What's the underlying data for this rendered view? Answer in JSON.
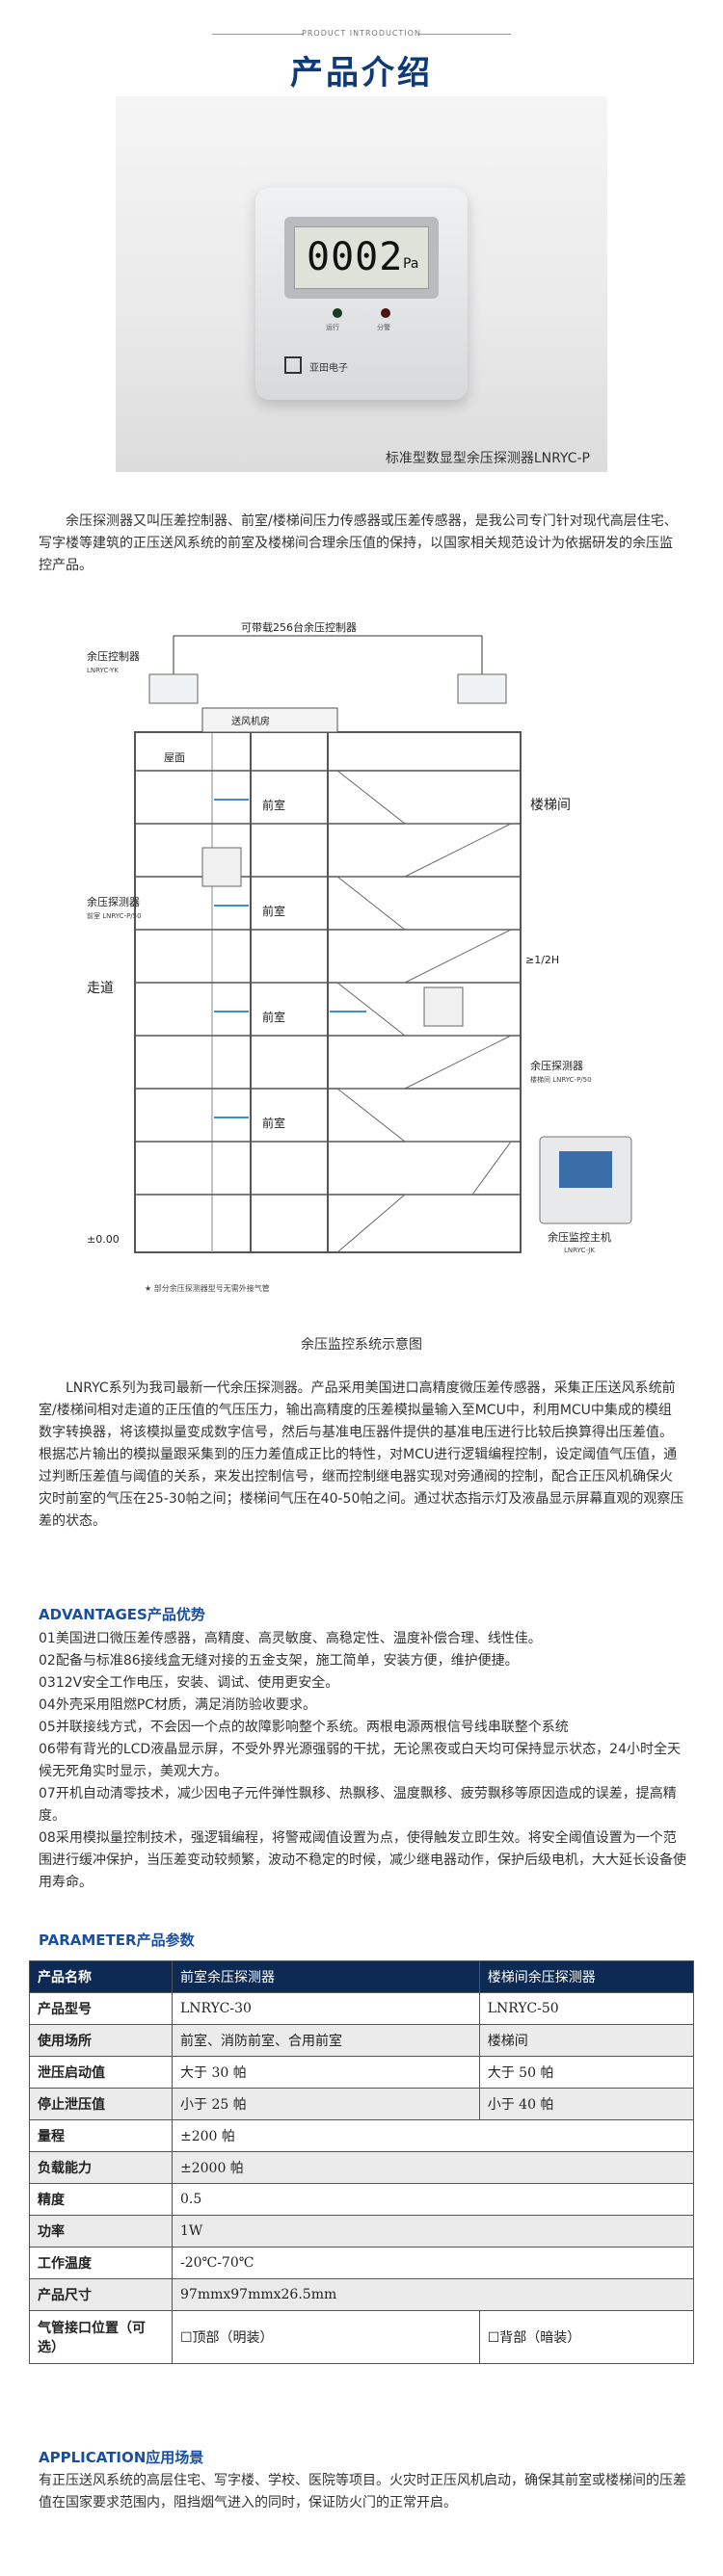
{
  "header": {
    "en_title": "PRODUCT INTRODUCTION",
    "cn_title": "产品介绍"
  },
  "product": {
    "lcd_value": "0002",
    "lcd_unit": "Pa",
    "led_left_label": "运行",
    "led_right_label": "分警",
    "brand": "亚田电子",
    "caption": "标准型数显型余压探测器LNRYC-P"
  },
  "intro": "余压探测器又叫压差控制器、前室/楼梯间压力传感器或压差传感器，是我公司专门针对现代高层住宅、写字楼等建筑的正压送风系统的前室及楼梯间合理余压值的保持，以国家相关规范设计为依据研发的余压监控产品。",
  "diagram": {
    "top_label": "可带载256台余压控制器",
    "controller_label": "余压控制器",
    "controller_model": "LNRYC-YK",
    "fan_room": "送风机房",
    "roof": "屋面",
    "front_room": "前室",
    "stairwell": "楼梯间",
    "corridor": "走道",
    "detector_label": "余压探测器",
    "detector_model": "前室 LNRYC-P/50",
    "detector_model_2": "楼梯间 LNRYC-P/50",
    "height_note": "≥1/2H",
    "elevation": "±0.00",
    "host_label": "余压监控主机",
    "host_model": "LNRYC-JK",
    "footnote": "★ 部分余压探测器型号无需外接气管",
    "caption": "余压监控系统示意图"
  },
  "desc": "LNRYC系列为我司最新一代余压探测器。产品采用美国进口高精度微压差传感器，采集正压送风系统前室/楼梯间相对走道的正压值的气压压力，输出高精度的压差模拟量输入至MCU中，利用MCU中集成的模组数字转换器，将该模拟量变成数字信号，然后与基准电压器件提供的基准电压进行比较后换算得出压差值。根据芯片输出的模拟量跟采集到的压力差值成正比的特性，对MCU进行逻辑编程控制，设定阈值气压值，通过判断压差值与阈值的关系，来发出控制信号，继而控制继电器实现对旁通阀的控制，配合正压风机确保火灾时前室的气压在25-30帕之间；楼梯间气压在40-50帕之间。通过状态指示灯及液晶显示屏幕直观的观察压差的状态。",
  "advantages": {
    "title": "ADVANTAGES产品优势",
    "items": [
      "01美国进口微压差传感器，高精度、高灵敏度、高稳定性、温度补偿合理、线性佳。",
      "02配备与标准86接线盒无缝对接的五金支架，施工简单，安装方便，维护便捷。",
      "0312V安全工作电压，安装、调试、使用更安全。",
      "04外壳采用阻燃PC材质，满足消防验收要求。",
      "05并联接线方式，不会因一个点的故障影响整个系统。两根电源两根信号线串联整个系统",
      "06带有背光的LCD液晶显示屏，不受外界光源强弱的干扰，无论黑夜或白天均可保持显示状态，24小时全天候无死角实时显示，美观大方。",
      "07开机自动清零技术，减少因电子元件弹性飘移、热飘移、温度飘移、疲劳飘移等原因造成的误差，提高精度。",
      "08采用模拟量控制技术，强逻辑编程，将警戒阈值设置为点，使得触发立即生效。将安全阈值设置为一个范围进行缓冲保护，当压差变动较频繁，波动不稳定的时候，减少继电器动作，保护后级电机，大大延长设备使用寿命。"
    ]
  },
  "parameter": {
    "title": "PARAMETER产品参数",
    "rows": [
      [
        "产品名称",
        "前室余压探测器",
        "楼梯间余压探测器"
      ],
      [
        "产品型号",
        "LNRYC-30",
        "LNRYC-50"
      ],
      [
        "使用场所",
        "前室、消防前室、合用前室",
        "楼梯间"
      ],
      [
        "泄压启动值",
        "大于 30 帕",
        "大于 50 帕"
      ],
      [
        "停止泄压值",
        "小于 25 帕",
        "小于 40 帕"
      ],
      [
        "量程",
        "±200 帕"
      ],
      [
        "负载能力",
        "±2000 帕"
      ],
      [
        "精度",
        "0.5"
      ],
      [
        "功率",
        "1W"
      ],
      [
        "工作温度",
        "-20℃-70℃"
      ],
      [
        "产品尺寸",
        "97mmx97mmx26.5mm"
      ],
      [
        "气管接口位置（可选）",
        "☐顶部（明装）",
        "☐背部（暗装）"
      ]
    ]
  },
  "application": {
    "title": "APPLICATION应用场景",
    "text": "有正压送风系统的高层住宅、写字楼、学校、医院等项目。火灾时正压风机启动，确保其前室或楼梯间的压差值在国家要求范围内，阻挡烟气进入的同时，保证防火门的正常开启。"
  }
}
